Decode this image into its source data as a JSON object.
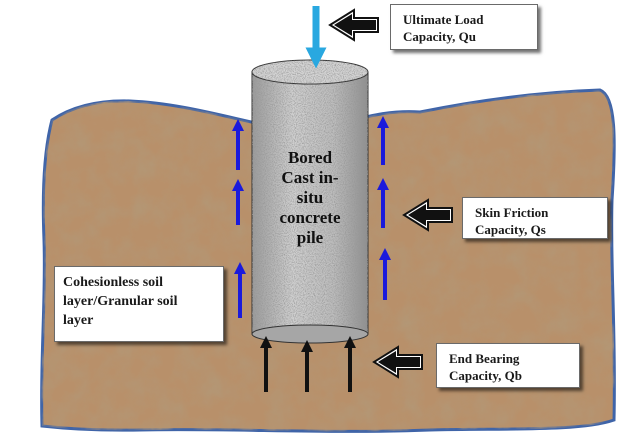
{
  "diagram": {
    "pile_label": [
      "Bored",
      "Cast in-",
      "situ",
      "concrete",
      "pile"
    ],
    "labels": {
      "ultimate_load": [
        "Ultimate Load",
        "Capacity, Qu"
      ],
      "skin_friction": [
        "Skin Friction",
        "Capacity, Qs"
      ],
      "end_bearing": [
        "End Bearing",
        "Capacity, Qb"
      ],
      "soil_layer": [
        "Cohesionless soil",
        "layer/Granular soil",
        "layer"
      ]
    },
    "colors": {
      "soil": "#b8906a",
      "soil_outline": "#3f64a8",
      "pile": "#b4b4b4",
      "load_arrow": "#29a8e0",
      "friction_arrow": "#1a1adc",
      "bearing_arrow": "#111111",
      "pointer_arrow": "#111111"
    }
  }
}
